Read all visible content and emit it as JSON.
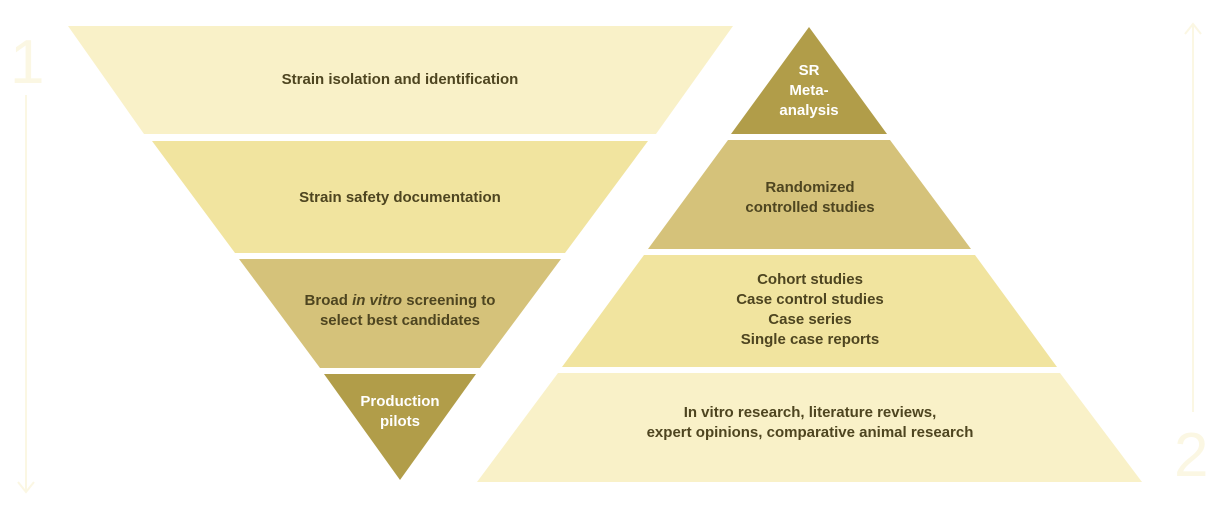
{
  "colors": {
    "lightest": "#f9f1c8",
    "light": "#f1e49f",
    "mid": "#d5c27a",
    "dark": "#b19d49",
    "text_dark": "#4e4520",
    "text_light": "#ffffff",
    "arrow": "#fbf7e3"
  },
  "left_funnel": {
    "number": "1",
    "levels": [
      {
        "lines": [
          "Strain isolation and identification"
        ]
      },
      {
        "lines": [
          "Strain safety documentation"
        ]
      },
      {
        "line1_pre": "Broad ",
        "line1_em": "in vitro",
        "line1_post": " screening to",
        "line2": "select best candidates"
      },
      {
        "lines": [
          "Production",
          "pilots"
        ]
      }
    ]
  },
  "right_pyramid": {
    "number": "2",
    "levels": [
      {
        "lines": [
          "SR",
          "Meta-",
          "analysis"
        ]
      },
      {
        "lines": [
          "Randomized",
          "controlled studies"
        ]
      },
      {
        "lines": [
          "Cohort studies",
          "Case control studies",
          "Case series",
          "Single case reports"
        ]
      },
      {
        "lines": [
          "In vitro research, literature reviews,",
          "expert opinions, comparative animal research"
        ]
      }
    ]
  }
}
